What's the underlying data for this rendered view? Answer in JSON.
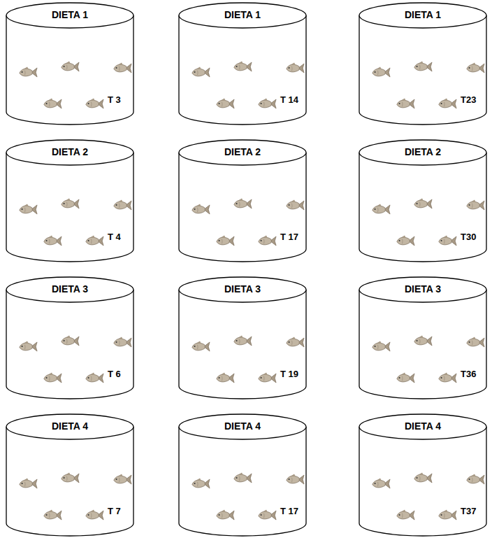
{
  "diagram": {
    "nodes": [
      {
        "text": [
          "DIETA 1",
          "T 3"
        ]
      },
      {
        "text": [
          "DIETA 1",
          "T 14"
        ]
      },
      {
        "text": [
          "DIETA 1",
          "T23"
        ]
      },
      {
        "text": [
          "DIETA 2",
          "T 4"
        ]
      },
      {
        "text": [
          "DIETA 2",
          "T 17"
        ]
      },
      {
        "text": [
          "DIETA 2",
          "T30"
        ]
      },
      {
        "text": [
          "DIETA 3",
          "T 6"
        ]
      },
      {
        "text": [
          "DIETA 3",
          "T 19"
        ]
      },
      {
        "text": [
          "DIETA 3",
          "T36"
        ]
      },
      {
        "text": [
          "DIETA 4",
          "T 7"
        ]
      },
      {
        "text": [
          "DIETA 4",
          "T 17"
        ]
      },
      {
        "text": [
          "DIETA 4",
          "T37"
        ]
      }
    ]
  }
}
